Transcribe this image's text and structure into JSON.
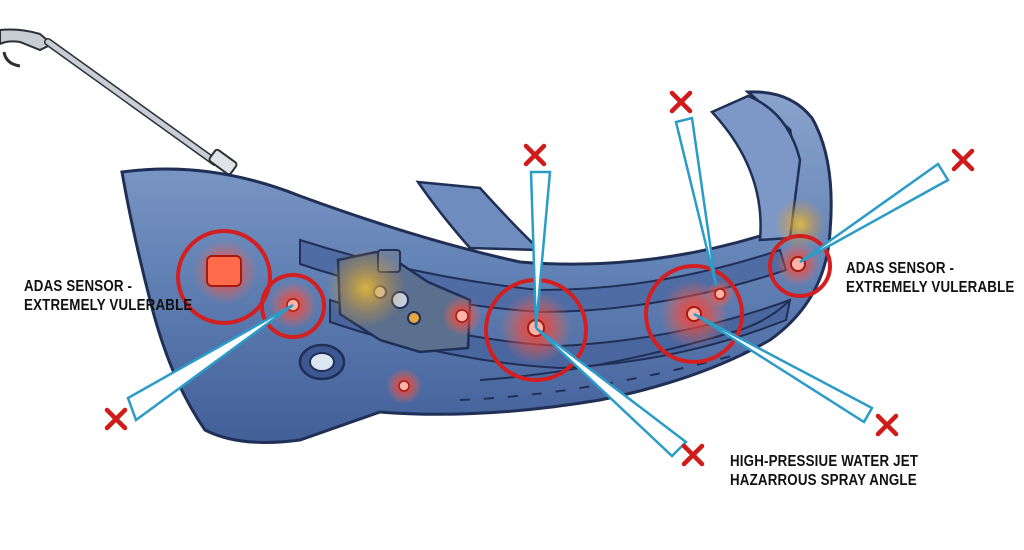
{
  "labels": {
    "adas_left": {
      "line1": "ADAS SENSOR -",
      "line2": "EXTREMELY VULERABLE"
    },
    "adas_right": {
      "line1": "ADAS SENSOR -",
      "line2": "EXTREMELY VULERABLE"
    },
    "water_jet": {
      "line1": "HIGH-PRESSIUE WATER JET",
      "line2": "HAZARROUS SPRAY ANGLE"
    }
  },
  "colors": {
    "bumper_fill": "#5f7fb3",
    "bumper_dark": "#3d5890",
    "outline": "#1f2f55",
    "hazard_ring": "#d31f1f",
    "hotspot": "#ff3a2a",
    "spray_stroke": "#2b9bc8",
    "x_mark": "#d11a1a"
  },
  "icons": [
    "pressure-washer-wand-icon",
    "hazard-x-icon",
    "sensor-hotspot-icon"
  ]
}
